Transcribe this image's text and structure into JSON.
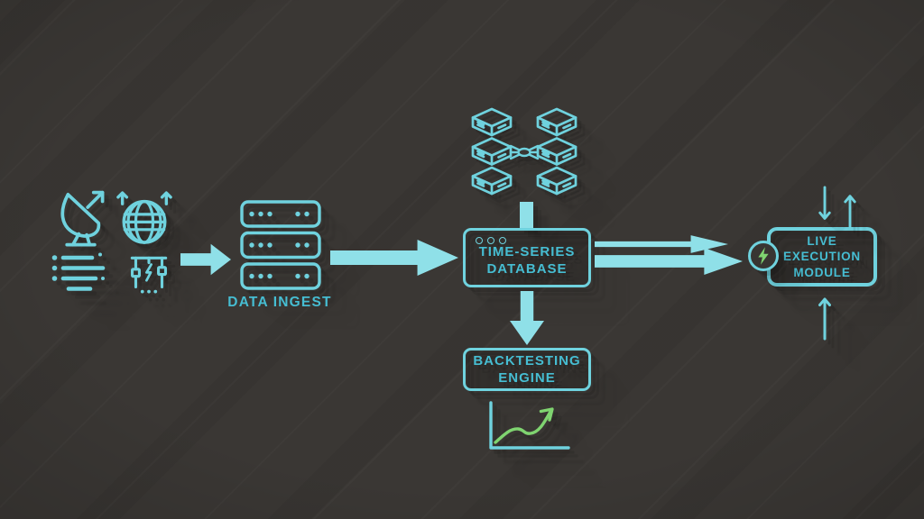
{
  "diagram": {
    "sources": {
      "icons": [
        "satellite-dish",
        "globe-uplink",
        "data-feed-list",
        "signal-circuit"
      ]
    },
    "ingest": {
      "label": "DATA INGEST",
      "icon": "server-stack"
    },
    "cluster": {
      "icon": "database-cluster-cubes"
    },
    "database": {
      "lines": [
        "TIME-SERIES",
        "DATABASE"
      ]
    },
    "backtesting": {
      "lines": [
        "BACKTESTING",
        "ENGINE"
      ],
      "icon": "growth-chart"
    },
    "live": {
      "lines": [
        "LIVE",
        "EXECUTION",
        "MODULE"
      ],
      "icon": "lightning-bolt"
    },
    "colors": {
      "stroke": "#6fd2de",
      "fill": "#8fe0e8",
      "text": "#46bdd2",
      "green": "#7fd470"
    }
  }
}
